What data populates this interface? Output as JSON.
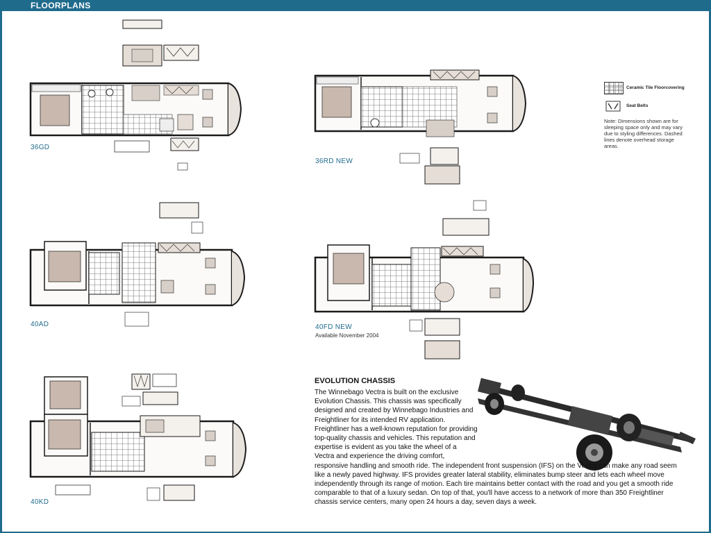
{
  "header": {
    "title": "FLOORPLANS"
  },
  "floorplans": [
    {
      "label": "36GD"
    },
    {
      "label": "36RD NEW"
    },
    {
      "label": "40AD"
    },
    {
      "label": "40FD NEW",
      "sublabel": "Available November 2004"
    },
    {
      "label": "40KD"
    }
  ],
  "legend": {
    "tile_label": "Ceramic Tile Floorcovering",
    "seatbelt_label": "Seat Belts",
    "note": "Note: Dimensions shown are for sleeping space only and may vary due to styling differences. Dashed lines denote overhead storage areas."
  },
  "chassis": {
    "title": "EVOLUTION CHASSIS",
    "body": "The Winnebago Vectra is built on the exclusive Evolution Chassis. This chassis was specifically designed and created by Winnebago Industries and Freightliner for its intended RV application. Freightliner has a well-known reputation for providing top-quality chassis and vehicles. This reputation and expertise is evident as you take the wheel of a Vectra and experience the driving comfort, responsive handling and smooth ride. The independent front suspension (IFS) on the Vectra can make any road seem like a newly paved highway. IFS provides greater lateral stability, eliminates bump steer and lets each wheel move independently through its range of motion. Each tire maintains better contact with the road and you get a smooth ride comparable to that of a luxury sedan. On top of that, you'll have access to a network of more than 350 Freightliner chassis service centers, many open 24 hours a day, seven days a week."
  },
  "colors": {
    "header": "#1f6b8c",
    "wall": "#1a1a1a",
    "bed": "#c9b8ad",
    "furniture": "#d8d0c8",
    "tile_line": "#555555"
  }
}
